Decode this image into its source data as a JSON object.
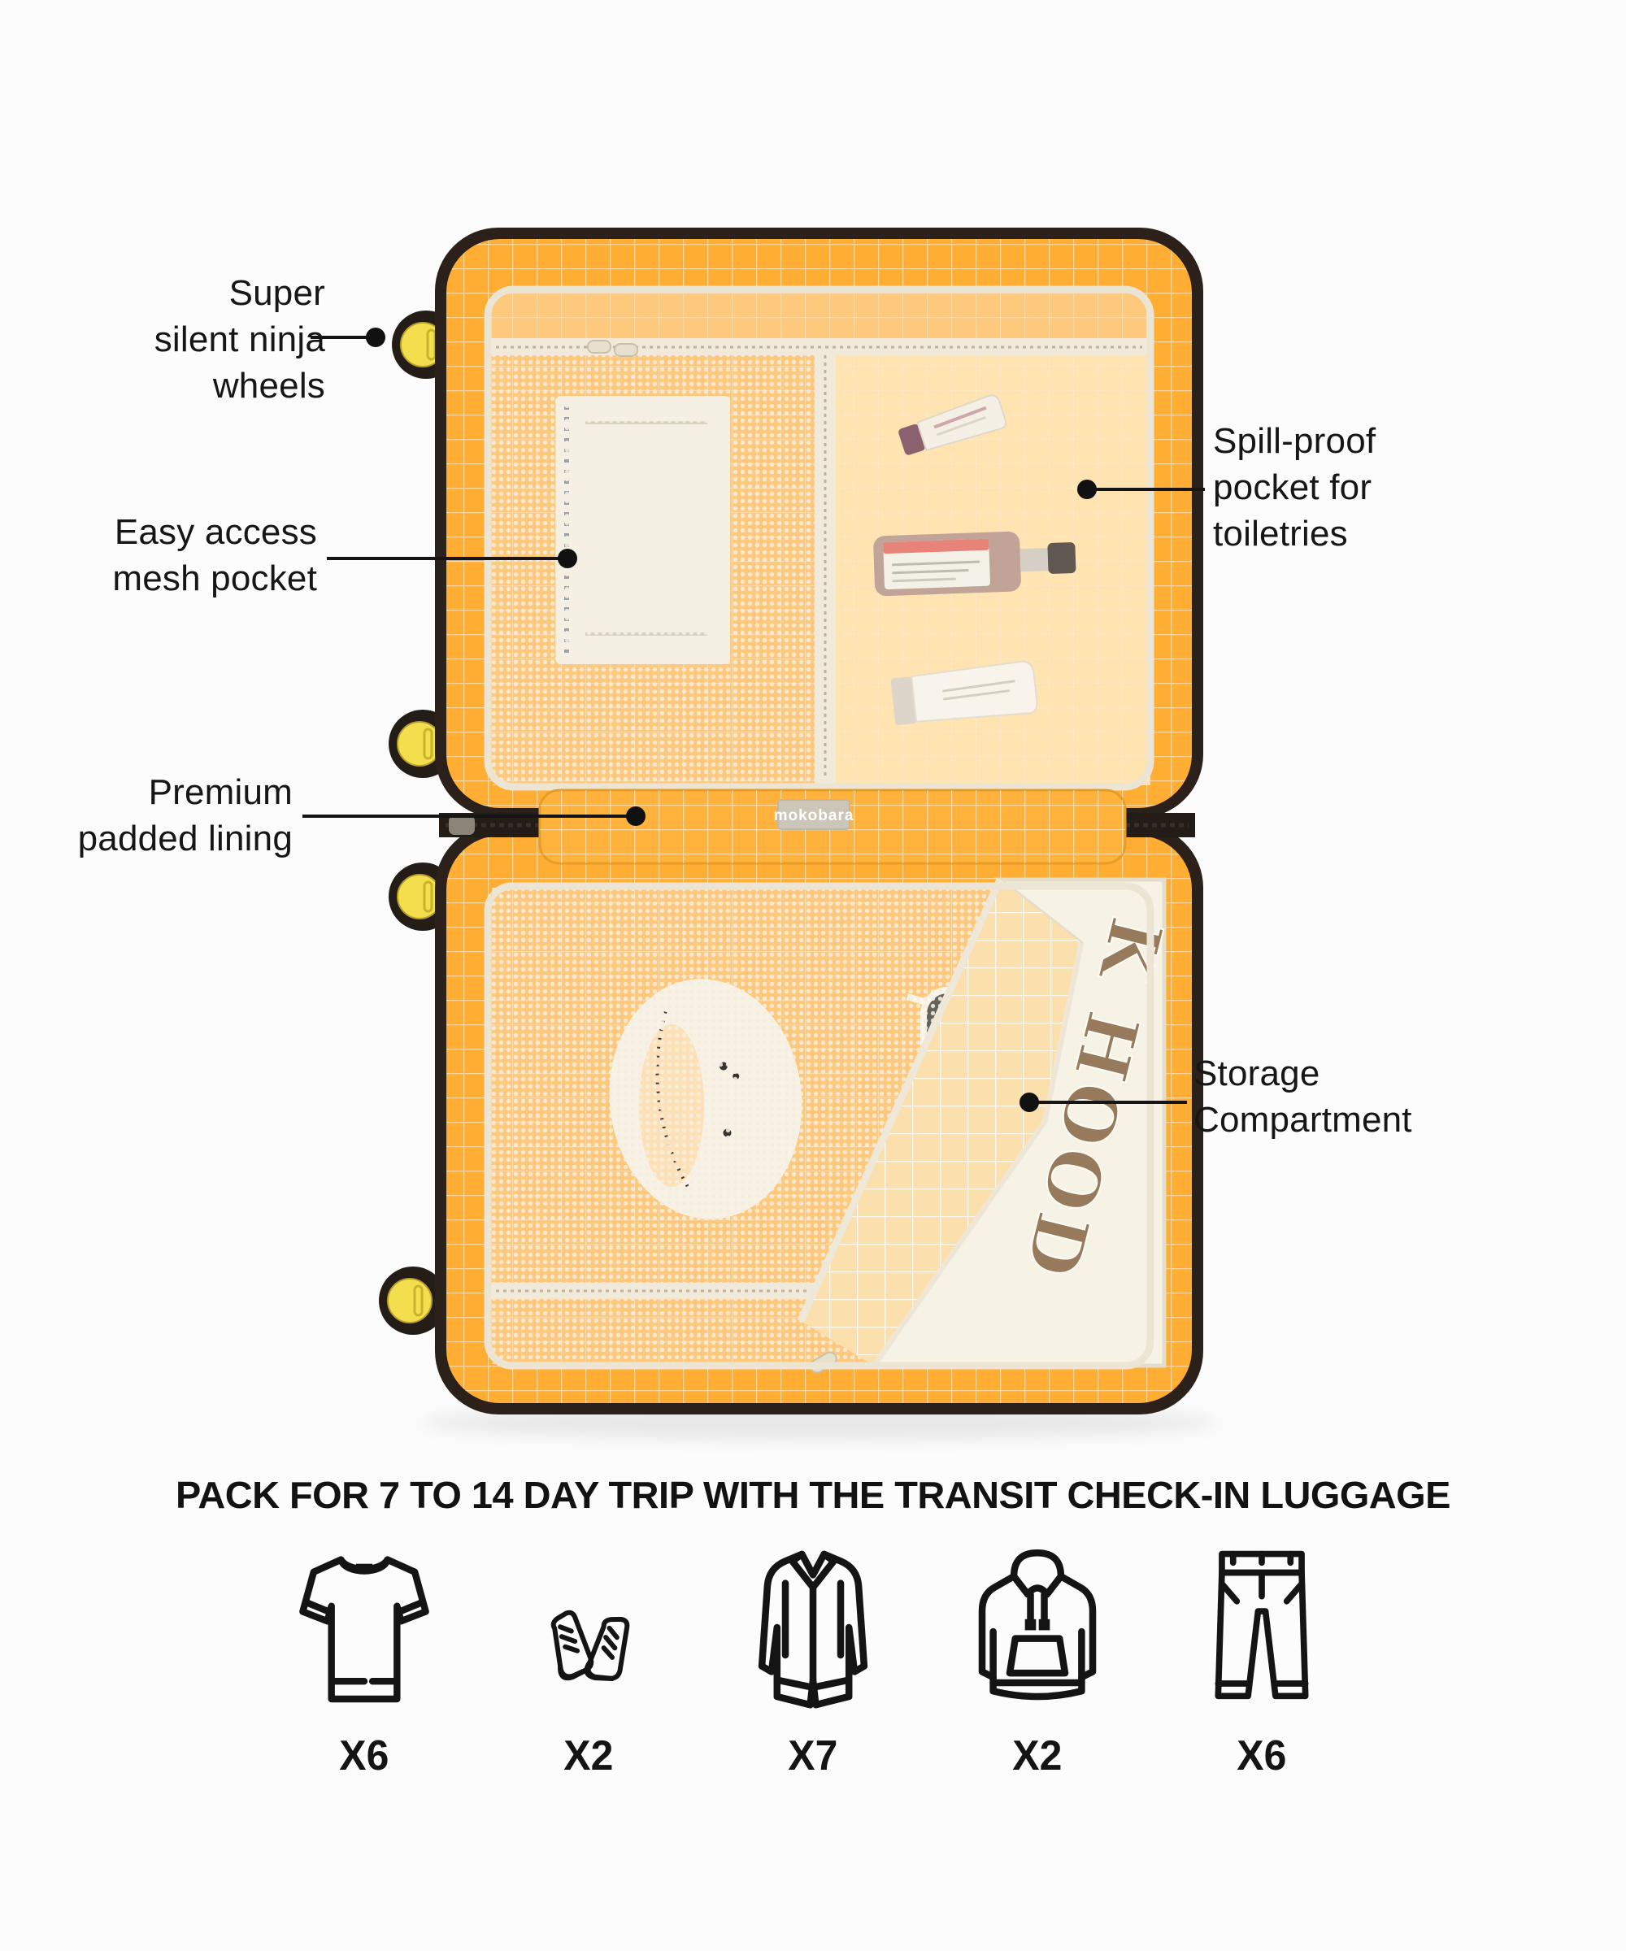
{
  "annotations": {
    "wheels": {
      "label": "Super\nsilent ninja\nwheels"
    },
    "mesh": {
      "label": "Easy access\nmesh pocket"
    },
    "lining": {
      "label": "Premium\npadded lining"
    },
    "spill": {
      "label": "Spill-proof\npocket for\ntoiletries"
    },
    "storage": {
      "label": "Storage\nCompartment"
    }
  },
  "suitcase": {
    "brand_label": "mokobara",
    "flap_print": "K HOOD"
  },
  "packing": {
    "heading": "PACK FOR 7 TO 14 DAY TRIP WITH THE TRANSIT CHECK-IN LUGGAGE",
    "items": [
      {
        "name": "t-shirt",
        "qty": "X6"
      },
      {
        "name": "sneakers",
        "qty": "X2"
      },
      {
        "name": "shirt",
        "qty": "X7"
      },
      {
        "name": "hoodie",
        "qty": "X2"
      },
      {
        "name": "pants",
        "qty": "X6"
      }
    ]
  },
  "colors": {
    "shell_dark": "#2B211A",
    "lining_orange": "#FFAD33",
    "inner_fabric": "#FFC97D",
    "spill_pocket": "#FFDFA6",
    "cream_trim": "#F1EADB",
    "wheel_yellow": "#F3DF4D",
    "varsity_brown": "#97795C",
    "text": "#161616"
  }
}
